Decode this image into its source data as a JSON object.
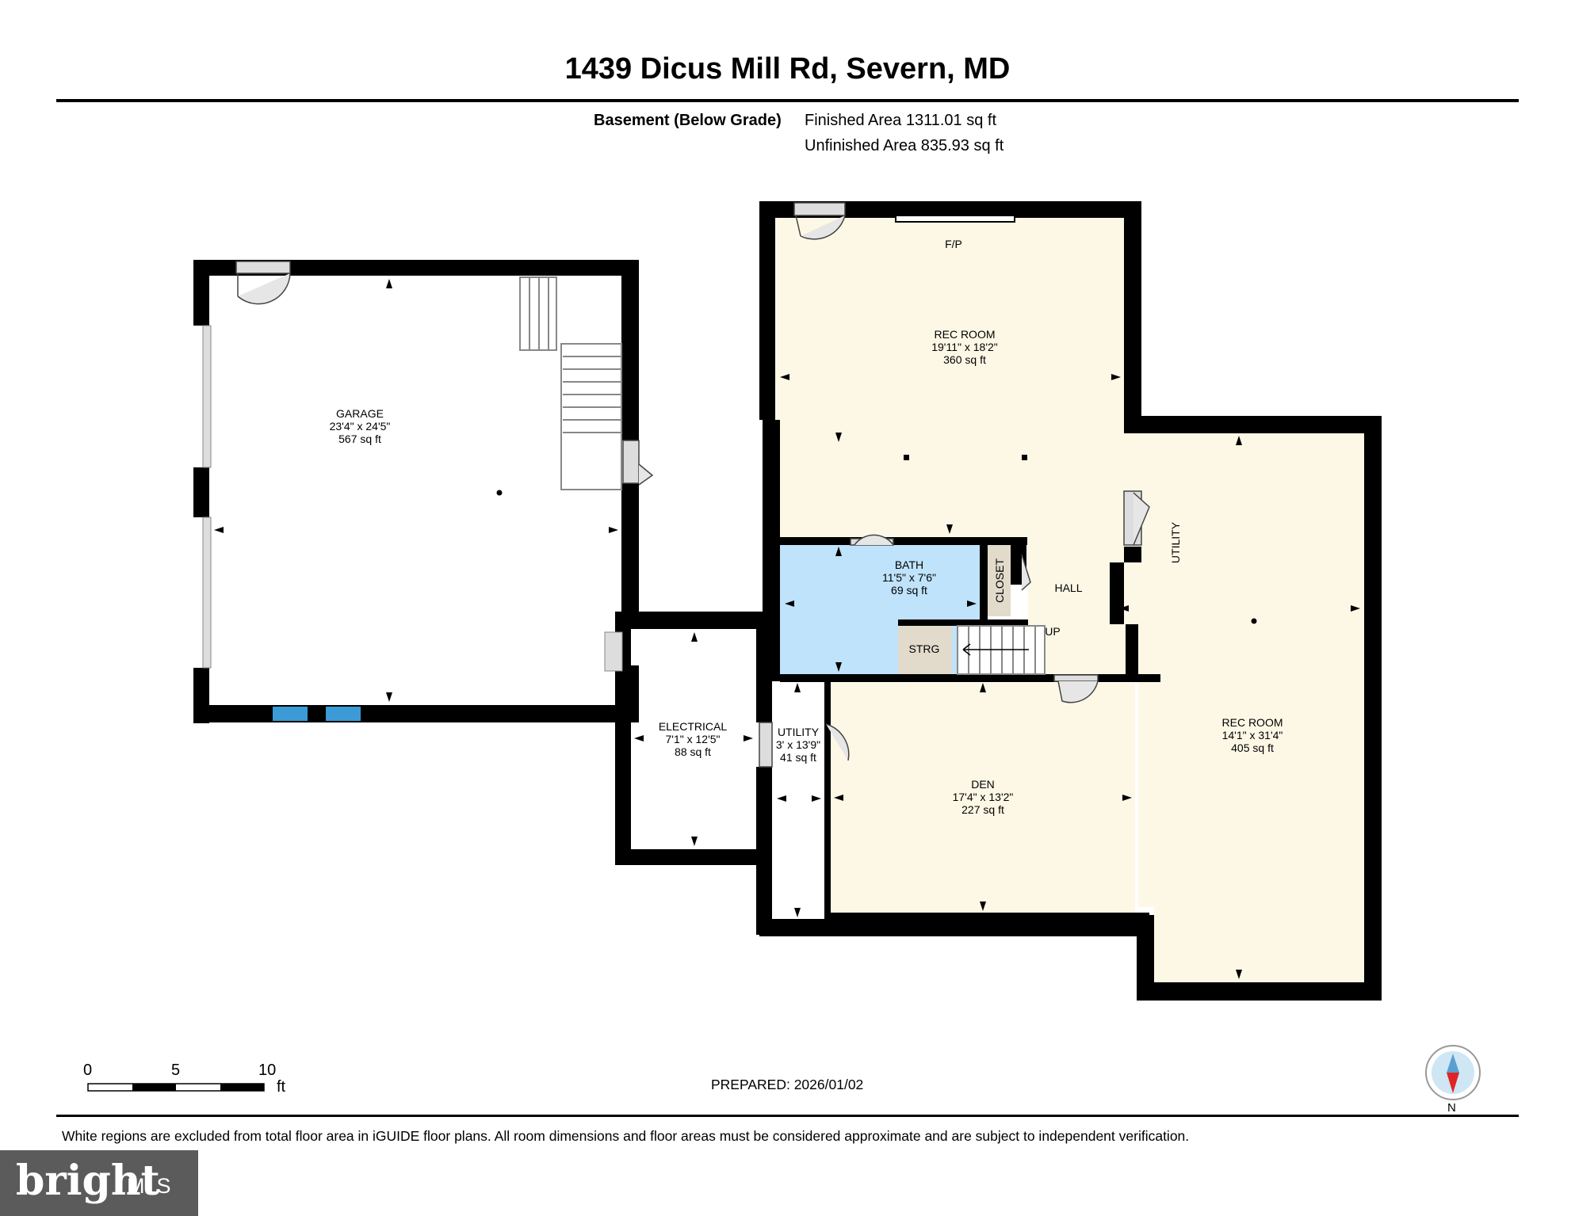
{
  "header": {
    "title": "1439 Dicus Mill Rd, Severn, MD",
    "level_label": "Basement (Below Grade)",
    "finished_area": "Finished Area 1311.01 sq ft",
    "unfinished_area": "Unfinished Area 835.93 sq ft"
  },
  "rooms": {
    "garage": {
      "name": "GARAGE",
      "dims": "23'4\" x 24'5\"",
      "area": "567 sq ft"
    },
    "rec_room_1": {
      "name": "REC ROOM",
      "dims": "19'11\" x 18'2\"",
      "area": "360 sq ft"
    },
    "bath": {
      "name": "BATH",
      "dims": "11'5\" x 7'6\"",
      "area": "69 sq ft"
    },
    "closet": {
      "name": "CLOSET"
    },
    "hall": {
      "name": "HALL"
    },
    "strg": {
      "name": "STRG"
    },
    "up": {
      "name": "UP"
    },
    "utility_label": {
      "name": "UTILITY"
    },
    "electrical": {
      "name": "ELECTRICAL",
      "dims": "7'1\" x 12'5\"",
      "area": "88 sq ft"
    },
    "utility_small": {
      "name": "UTILITY",
      "dims": "3' x 13'9\"",
      "area": "41 sq ft"
    },
    "den": {
      "name": "DEN",
      "dims": "17'4\" x 13'2\"",
      "area": "227 sq ft"
    },
    "rec_room_2": {
      "name": "REC ROOM",
      "dims": "14'1\" x 31'4\"",
      "area": "405 sq ft"
    },
    "fireplace": {
      "name": "F/P"
    }
  },
  "colors": {
    "finished_room": "#fdf8e6",
    "bath": "#bfe3fb",
    "storage": "#e2dbcc",
    "wall": "#000000",
    "window_blue": "#3c9ad6",
    "compass_needle": "#e02424"
  },
  "scale_bar": {
    "labels": [
      "0",
      "5",
      "10"
    ],
    "unit": "ft"
  },
  "compass": {
    "label": "N"
  },
  "prepared": "PREPARED: 2026/01/02",
  "footer": {
    "disclaimer": "White regions are excluded from total floor area in iGUIDE floor plans. All room dimensions and floor areas must be considered approximate and are subject to independent verification."
  },
  "logo": {
    "brand": "bright",
    "suffix": "MLS"
  }
}
